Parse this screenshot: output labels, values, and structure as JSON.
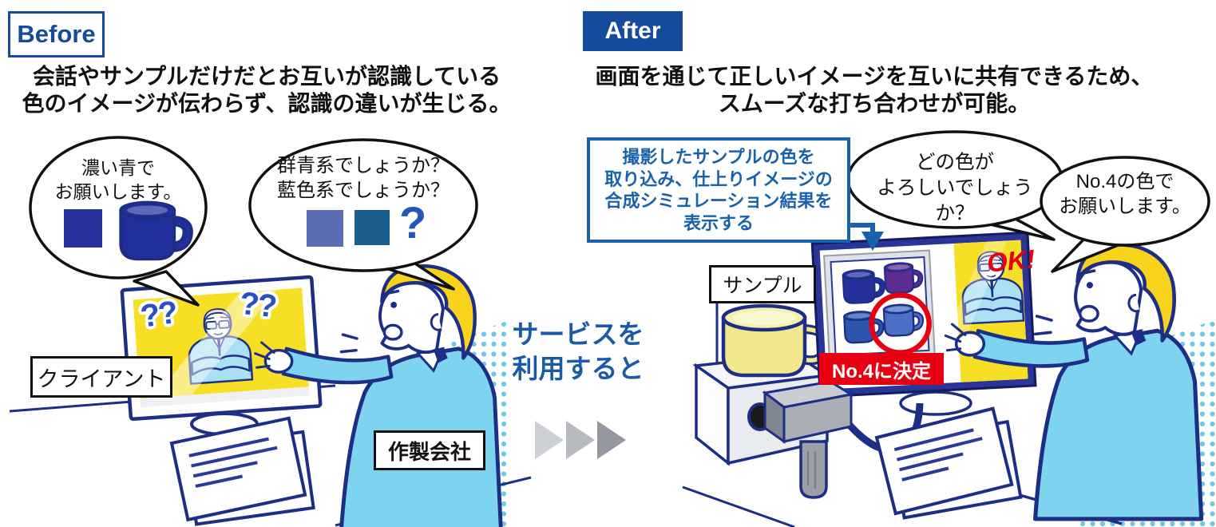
{
  "colors": {
    "outline_navy": "#1d2e87",
    "brand_blue": "#164a9a",
    "info_blue": "#1761ad",
    "text_black": "#111111",
    "red": "#e60012",
    "screen_yellow": "#f6df25",
    "hair_yellow": "#f8d31c",
    "shirt_light_blue": "#7ed3ee",
    "suit_pale_blue": "#a9e1f2",
    "question_blue": "#2b50c4",
    "dots_blue": "#6fc7e7",
    "arrow_grays": [
      "#cdd0d4",
      "#b7bac0",
      "#94989e"
    ]
  },
  "before": {
    "badge_label": "Before",
    "description_lines": [
      "会話やサンプルだけだとお互いが認識している",
      "色のイメージが伝わらず、認識の違いが生じる。"
    ],
    "client_bubble": {
      "lines": [
        "濃い青で",
        "お願いします。"
      ],
      "swatch_color": "#2a2f9e",
      "mug_color": "#232e9d"
    },
    "maker_bubble": {
      "lines": [
        "群青系でしょうか？",
        "藍色系でしょうか？"
      ],
      "swatch1_color": "#5a6cb4",
      "swatch2_color": "#1b5e8e",
      "question_mark": "?"
    },
    "screen_question_marks": [
      "??",
      "??"
    ],
    "client_label": "クライアント",
    "maker_label": "作製会社"
  },
  "middle": {
    "caption_lines": [
      "サービスを",
      "利用すると"
    ]
  },
  "after": {
    "badge_label": "After",
    "description_lines": [
      "画面を通じて正しいイメージを互いに共有できるため、",
      "スムーズな打ち合わせが可能。"
    ],
    "info_box_lines": [
      "撮影したサンプルの色を",
      "取り込み、仕上りイメージの",
      "合成シミュレーション結果を",
      "表示する"
    ],
    "maker_bubble": {
      "lines": [
        "どの色が",
        "よろしいでしょうか？"
      ]
    },
    "client_bubble": {
      "lines": [
        "No.4の色で",
        "お願いします。"
      ]
    },
    "sample_label": "サンプル",
    "ok_label": "OK!",
    "decision_label": "No.4に決定",
    "screen_mug_colors": [
      "#252f9b",
      "#5b2d8e",
      "#2e55ae",
      "#4a6fc4"
    ],
    "sample_mug_color": "#f1e88e"
  }
}
